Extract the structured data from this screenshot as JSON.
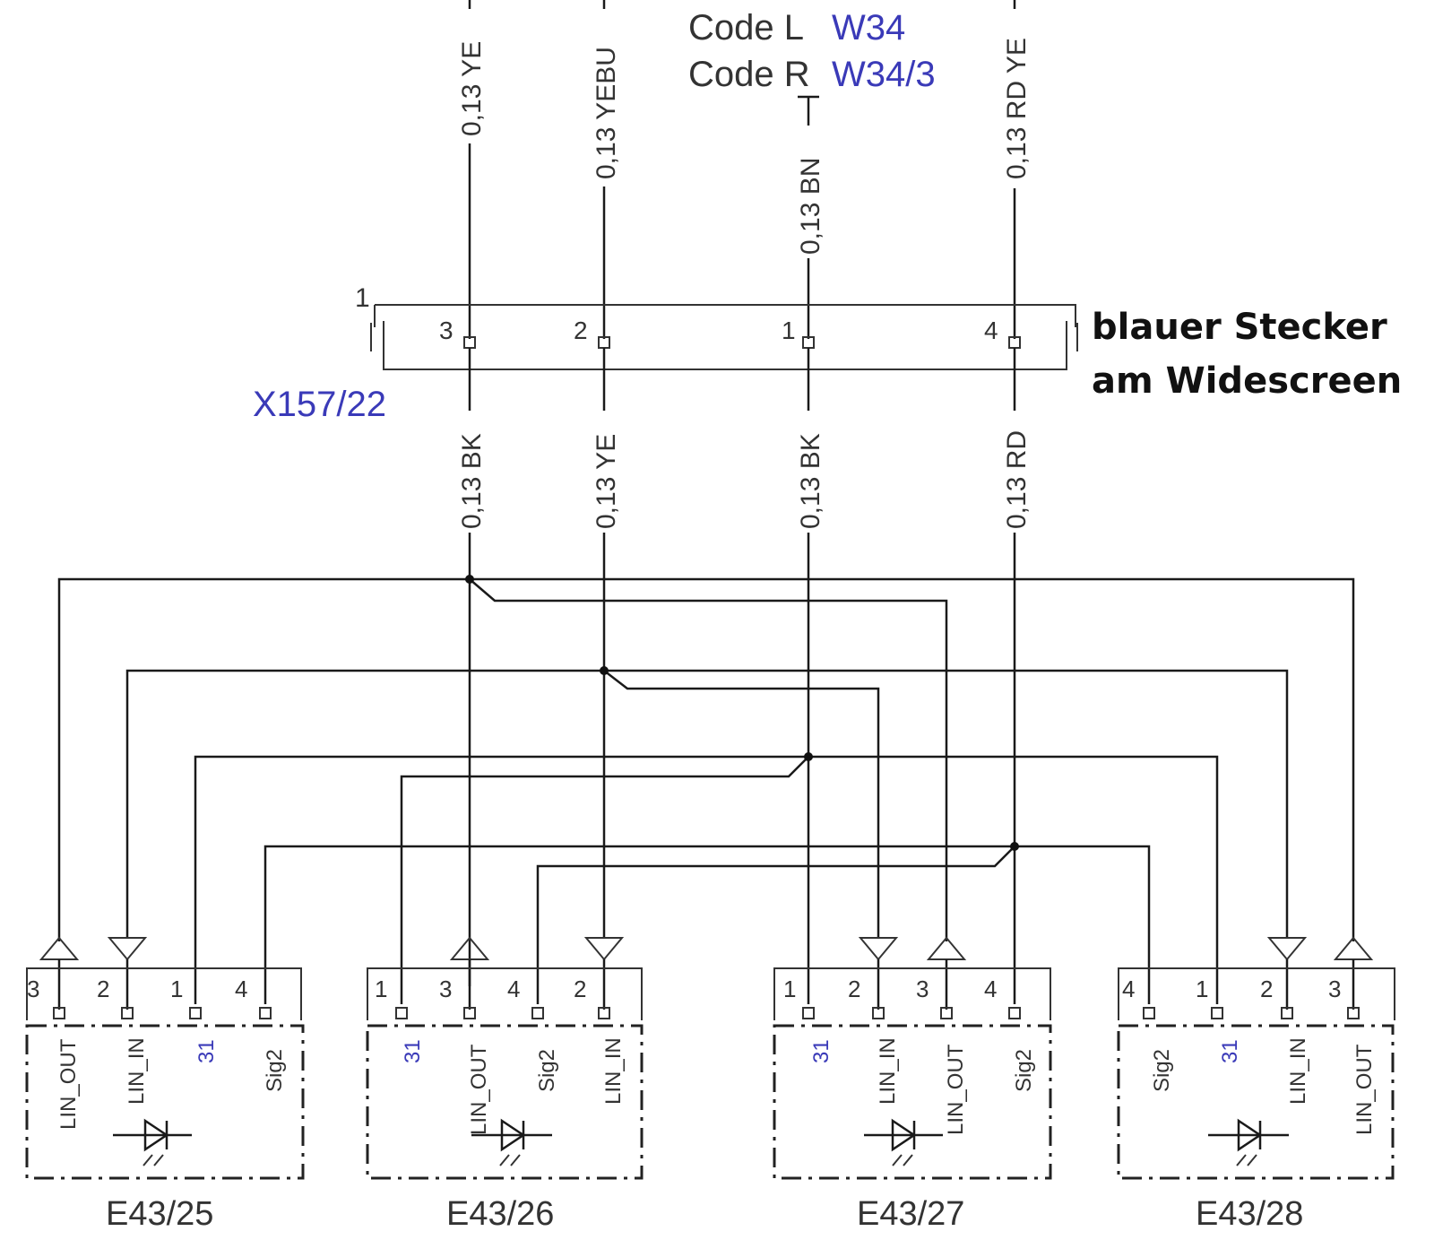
{
  "code_labels": [
    {
      "prefix": "Code L",
      "value": "W34"
    },
    {
      "prefix": "Code R",
      "value": "W34/3"
    }
  ],
  "upper_wires": [
    "0,13 YE",
    "0,13 YEBU",
    "0,13 BN",
    "0,13 RD YE"
  ],
  "lower_wires": [
    "0,13 BK",
    "0,13 YE",
    "0,13 BK",
    "0,13 RD"
  ],
  "connector": {
    "id": "X157/22",
    "corner_label": "1",
    "pins": [
      "3",
      "2",
      "1",
      "4"
    ],
    "note_line1": "blauer Stecker",
    "note_line2": "am Widescreen"
  },
  "modules": [
    {
      "name": "E43/25",
      "pins": [
        "3",
        "2",
        "1",
        "4"
      ],
      "signals": [
        "LIN_OUT",
        "LIN_IN",
        "31",
        "Sig2"
      ]
    },
    {
      "name": "E43/26",
      "pins": [
        "1",
        "3",
        "4",
        "2"
      ],
      "signals": [
        "31",
        "LIN_OUT",
        "Sig2",
        "LIN_IN"
      ]
    },
    {
      "name": "E43/27",
      "pins": [
        "1",
        "2",
        "3",
        "4"
      ],
      "signals": [
        "31",
        "LIN_IN",
        "LIN_OUT",
        "Sig2"
      ]
    },
    {
      "name": "E43/28",
      "pins": [
        "4",
        "1",
        "2",
        "3"
      ],
      "signals": [
        "Sig2",
        "31",
        "LIN_IN",
        "LIN_OUT"
      ]
    }
  ],
  "colors": {
    "wire": "#1a1a1a",
    "label_blue": "#3a3ab8",
    "text": "#333333"
  }
}
